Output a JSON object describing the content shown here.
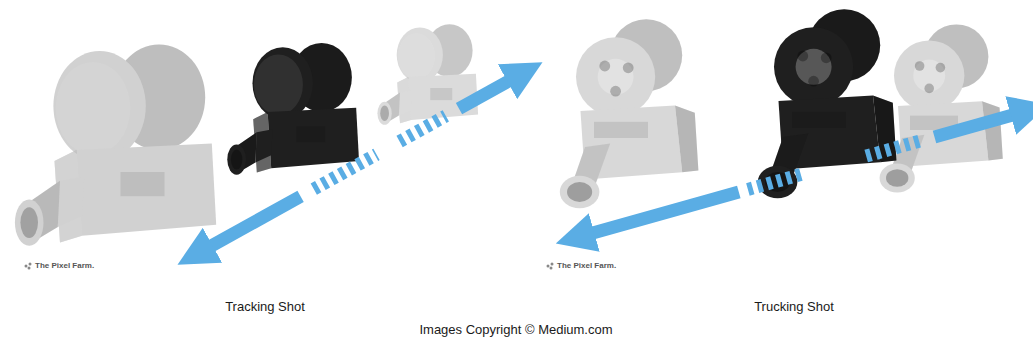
{
  "diagram": {
    "labels": [
      "The Pixel Farm.",
      "The Pixel Farm.",
      "Tracking Shot",
      "Trucking Shot",
      "Images Copyright © Medium.com"
    ]
  }
}
